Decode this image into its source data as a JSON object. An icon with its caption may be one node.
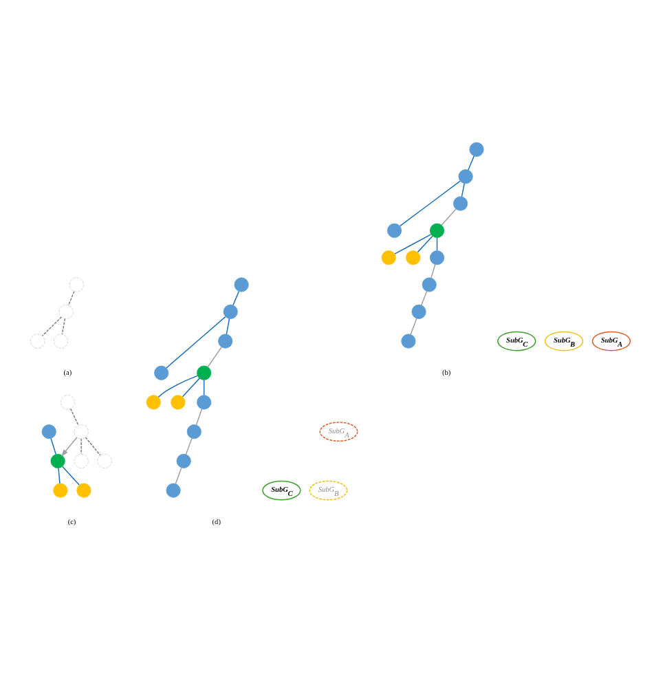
{
  "diagram": {
    "nodes": [
      {
        "text": [],
        "shape": "circle"
      },
      {
        "text": [],
        "shape": "circle"
      },
      {
        "text": [],
        "shape": "circle"
      },
      {
        "text": [],
        "shape": "circle"
      },
      {
        "text": [
          "SubG$_{A}$"
        ]
      },
      {
        "text": [
          "SubG$_{B}$"
        ]
      },
      {
        "text": [
          "SubG$_{C}$"
        ]
      },
      {
        "text": [],
        "shape": "circle"
      },
      {
        "text": [],
        "shape": "circle"
      },
      {
        "text": [],
        "shape": "circle"
      },
      {
        "text": [],
        "shape": "circle"
      },
      {
        "text": [],
        "shape": "circle"
      },
      {
        "text": [],
        "shape": "circle"
      },
      {
        "text": [],
        "shape": "circle"
      },
      {
        "text": [],
        "shape": "circle"
      },
      {
        "text": [],
        "shape": "circle"
      },
      {
        "text": [],
        "shape": "circle"
      },
      {
        "text": [],
        "shape": "circle"
      },
      {
        "text": [],
        "shape": "circle"
      },
      {
        "text": [],
        "shape": "circle"
      },
      {
        "text": [],
        "shape": "circle"
      },
      {
        "text": [],
        "shape": "circle"
      },
      {
        "text": [],
        "shape": "circle"
      },
      {
        "text": [],
        "shape": "circle"
      },
      {
        "text": [],
        "shape": "circle"
      },
      {
        "text": [],
        "shape": "circle"
      },
      {
        "text": [
          "SubG$_{A}$"
        ]
      },
      {
        "text": [
          "SubG$_{B}$"
        ]
      },
      {
        "text": [
          "SubG$_{C}$"
        ]
      },
      {
        "text": [],
        "shape": "circle"
      },
      {
        "text": [],
        "shape": "circle"
      },
      {
        "text": [],
        "shape": "circle"
      },
      {
        "text": [],
        "shape": "circle"
      },
      {
        "text": [],
        "shape": "circle"
      },
      {
        "text": [],
        "shape": "circle"
      },
      {
        "text": [],
        "shape": "circle"
      },
      {
        "text": [],
        "shape": "circle"
      },
      {
        "text": [],
        "shape": "circle"
      },
      {
        "text": [],
        "shape": "circle"
      },
      {
        "text": [],
        "shape": "circle"
      }
    ],
    "edges": [
      {
        "from": 0,
        "to": 1,
        "arrow": "none",
        "style": "dashed",
        "color": "#808080"
      },
      {
        "from": 1,
        "to": 2,
        "arrow": "none",
        "style": "dashed",
        "color": "#808080"
      },
      {
        "from": 1,
        "to": 3,
        "arrow": "none",
        "style": "dashed",
        "color": "#808080"
      },
      {
        "from": 7,
        "to": 8,
        "arrow": "none"
      },
      {
        "from": 8,
        "to": 9,
        "arrow": "none"
      },
      {
        "from": 8,
        "to": 10,
        "arrow": "none"
      },
      {
        "from": 10,
        "to": 11,
        "arrow": "none",
        "color": "#a0a0a0"
      },
      {
        "from": 11,
        "to": 14,
        "arrow": "none"
      },
      {
        "from": 11,
        "to": 12,
        "arrow": "none"
      },
      {
        "from": 11,
        "to": 13,
        "arrow": "none"
      },
      {
        "from": 14,
        "to": 15,
        "arrow": "none",
        "color": "#a0a0a0"
      },
      {
        "from": 15,
        "to": 16,
        "arrow": "none",
        "color": "#a0a0a0"
      },
      {
        "from": 16,
        "to": 17,
        "arrow": "none",
        "color": "#a0a0a0"
      },
      {
        "from": 18,
        "to": 19,
        "arrow": "none",
        "style": "dashed",
        "color": "#808080"
      },
      {
        "from": 19,
        "to": 20,
        "arrow": "none",
        "style": "dashed",
        "color": "#808080"
      },
      {
        "from": 19,
        "to": 21,
        "arrow": "none",
        "style": "dashed",
        "color": "#808080"
      },
      {
        "from": 19,
        "to": 23,
        "arrow": "to",
        "color": "#a0a0a0"
      },
      {
        "from": 22,
        "to": 23,
        "arrow": "none"
      },
      {
        "from": 23,
        "to": 24,
        "arrow": "none"
      },
      {
        "from": 23,
        "to": 25,
        "arrow": "none"
      },
      {
        "from": 29,
        "to": 30,
        "arrow": "none"
      },
      {
        "from": 30,
        "to": 31,
        "arrow": "none"
      },
      {
        "from": 30,
        "to": 32,
        "arrow": "none"
      },
      {
        "from": 32,
        "to": 33,
        "arrow": "none",
        "color": "#a0a0a0"
      },
      {
        "from": 33,
        "to": 36,
        "arrow": "none"
      },
      {
        "from": 33,
        "to": 34,
        "arrow": "none"
      },
      {
        "from": 33,
        "to": 35,
        "arrow": "none"
      },
      {
        "from": 36,
        "to": 37,
        "arrow": "none",
        "color": "#a0a0a0"
      },
      {
        "from": 37,
        "to": 38,
        "arrow": "none",
        "color": "#a0a0a0"
      },
      {
        "from": 38,
        "to": 39,
        "arrow": "none",
        "color": "#a0a0a0"
      }
    ],
    "labels": [
      "(a)",
      "(b)",
      "(c)",
      "(d)"
    ]
  }
}
